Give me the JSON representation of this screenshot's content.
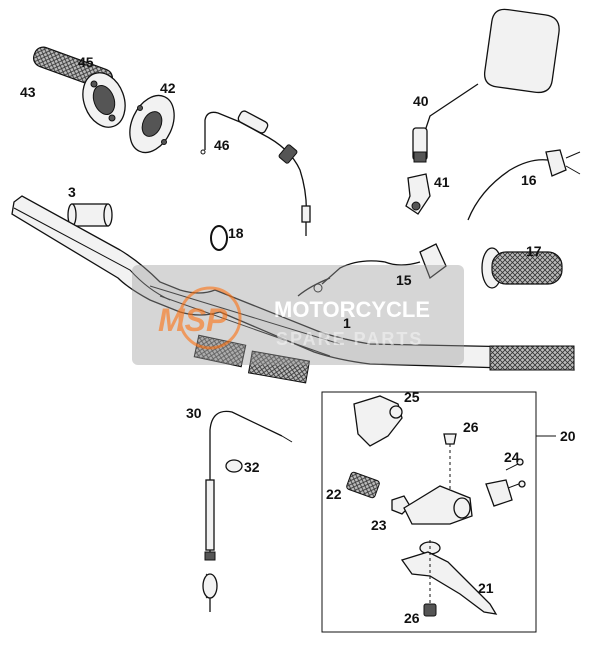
{
  "watermark": {
    "logo_text": "MSP",
    "line1": "MOTORCYCLE",
    "line2": "SPARE PARTS"
  },
  "callouts": {
    "c1": "1",
    "c3": "3",
    "c15": "15",
    "c16": "16",
    "c17": "17",
    "c18": "18",
    "c20": "20",
    "c21": "21",
    "c22": "22",
    "c23": "23",
    "c24": "24",
    "c25": "25",
    "c26a": "26",
    "c26b": "26",
    "c30": "30",
    "c32": "32",
    "c40": "40",
    "c41": "41",
    "c42": "42",
    "c43": "43",
    "c45": "45",
    "c46": "46"
  },
  "colors": {
    "line": "#111111",
    "part_fill": "#f2f2f2",
    "watermark_fill": "#9a9a9a",
    "watermark_accent": "#e8782a"
  }
}
